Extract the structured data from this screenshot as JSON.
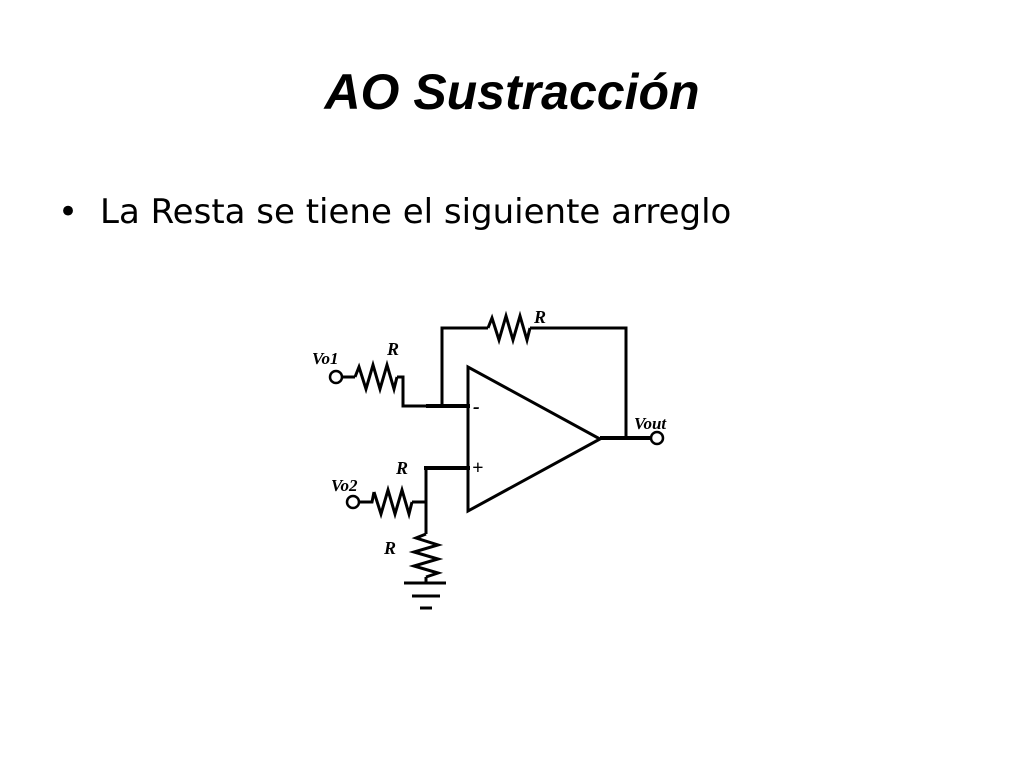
{
  "slide": {
    "title": "AO Sustracción",
    "bullet_symbol": "•",
    "bullet_text": "La Resta se tiene el siguiente arreglo"
  },
  "circuit": {
    "input1_label": "Vo1",
    "input2_label": "Vo2",
    "output_label": "Vout",
    "resistor_input1_label": "R",
    "resistor_feedback_label": "R",
    "resistor_input2_label": "R",
    "resistor_ground_label": "R",
    "inverting_sign": "-",
    "noninverting_sign": "+"
  }
}
